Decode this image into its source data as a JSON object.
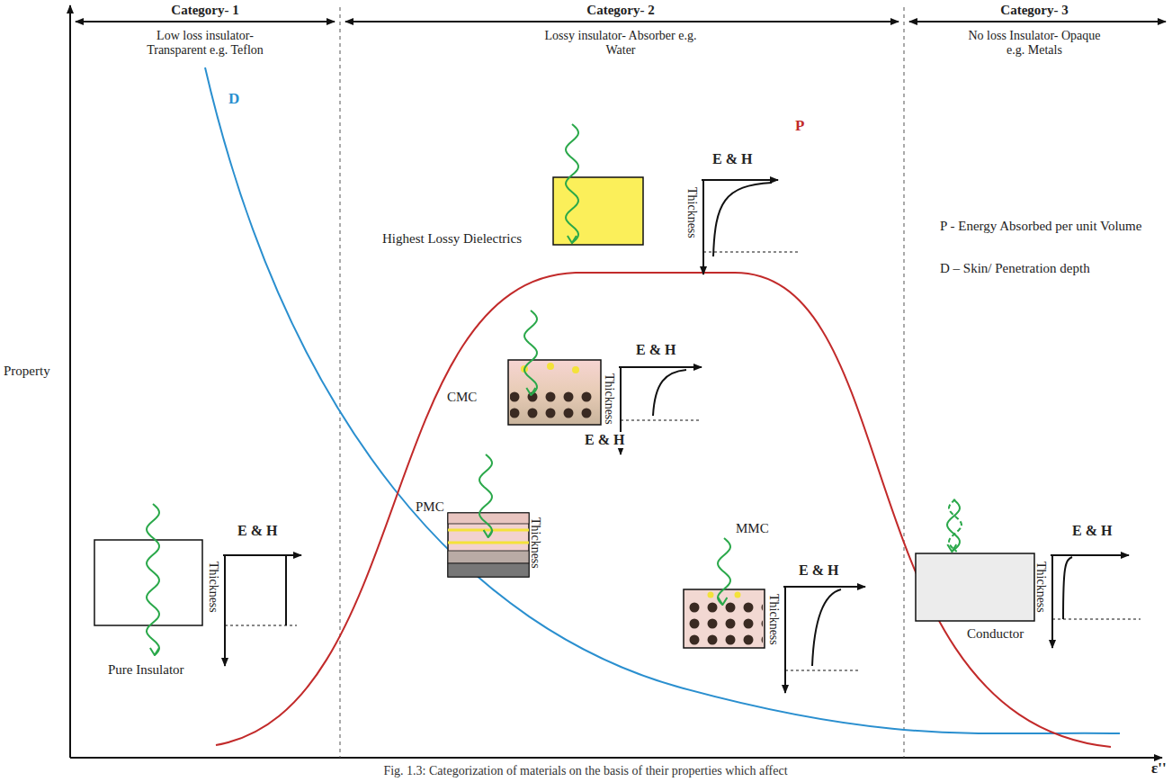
{
  "diagram": {
    "caption": "Fig. 1.3: Categorization of materials on the basis of their properties which affect",
    "labels": [
      "Category- 1",
      "Low loss insulator- Transparent e.g. Teflon",
      "Category- 2",
      "Lossy insulator- Absorber e.g. Water",
      "Category- 3",
      "No loss Insulator- Opaque e.g. Metals",
      "E & H",
      "Thickness",
      "Highest Lossy Dielectrics",
      "P - Energy Absorbed per unit Volume",
      "D – Skin/ Penetration depth",
      "D",
      "P",
      "Property",
      "CMC",
      "E & H",
      "Thickness",
      "PMC",
      "E & H",
      "Thickness",
      "E & H",
      "Thickness",
      "Pure Insulator",
      "MMC",
      "E & H",
      "Thickness",
      "E & H",
      "Thickness",
      "Conductor",
      "ε''"
    ]
  }
}
